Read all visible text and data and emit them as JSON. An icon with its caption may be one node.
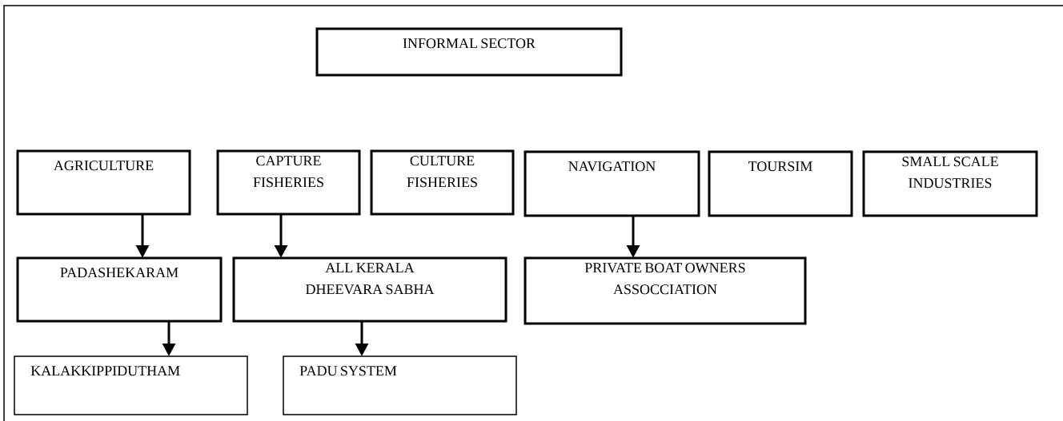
{
  "diagram": {
    "nodes": [
      {
        "text": [
          "INFORMAL SECTOR"
        ]
      },
      {
        "text": [
          "AGRICULTURE"
        ]
      },
      {
        "text": [
          "CAPTURE FISHERIES"
        ]
      },
      {
        "text": [
          "CULTURE FISHERIES"
        ]
      },
      {
        "text": [
          "NAVIGATION"
        ]
      },
      {
        "text": [
          "TOURSIM"
        ]
      },
      {
        "text": [
          "SMALL SCALE INDUSTRIES"
        ]
      },
      {
        "text": [
          "PADASHEKARAM"
        ]
      },
      {
        "text": [
          "ALL KERALA DHEEVARA SABHA"
        ]
      },
      {
        "text": [
          "PRIVATE BOAT OWNERS ASSOCCIATION"
        ]
      },
      {
        "text": [
          "KALAKKIPPIDUTHAM"
        ]
      },
      {
        "text": [
          "PADU SYSTEM"
        ]
      }
    ],
    "edges": [
      {
        "from": 1,
        "to": 7,
        "arrow": "to"
      },
      {
        "from": 2,
        "to": 8,
        "arrow": "to"
      },
      {
        "from": 4,
        "to": 9,
        "arrow": "to"
      },
      {
        "from": 7,
        "to": 10,
        "arrow": "to"
      },
      {
        "from": 8,
        "to": 11,
        "arrow": "to"
      }
    ]
  }
}
